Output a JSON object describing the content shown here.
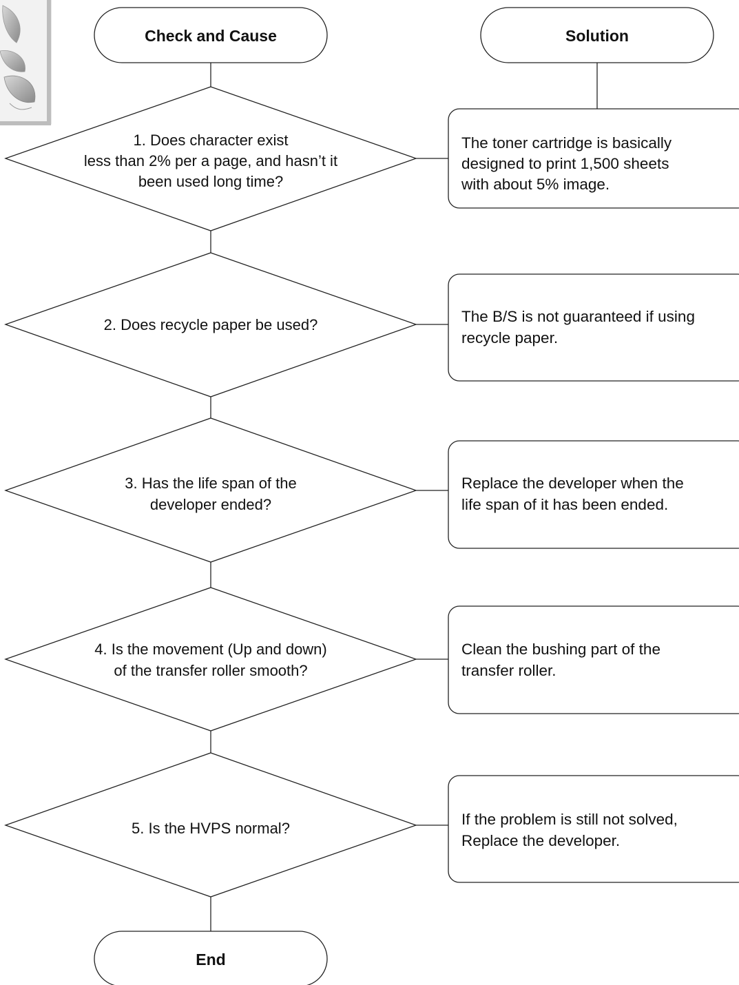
{
  "header": {
    "left_title": "Check and Cause",
    "right_title": "Solution"
  },
  "steps": [
    {
      "question": [
        "1. Does character exist",
        "less than 2% per a page, and hasn’t it",
        "been used long time?"
      ],
      "solution": [
        "The toner cartridge is basically",
        "designed to print 1,500 sheets",
        "with about 5% image."
      ]
    },
    {
      "question": [
        "2. Does recycle paper be used?"
      ],
      "solution": [
        "The B/S is not guaranteed if using",
        "recycle paper."
      ]
    },
    {
      "question": [
        "3. Has the life span of the",
        "developer ended?"
      ],
      "solution": [
        "Replace the developer when the",
        "life span of it has been ended."
      ]
    },
    {
      "question": [
        "4. Is the movement (Up and down)",
        "of the transfer roller smooth?"
      ],
      "solution": [
        "Clean the bushing part of the",
        "transfer roller."
      ]
    },
    {
      "question": [
        "5. Is the HVPS normal?"
      ],
      "solution": [
        "If the problem is still not solved,",
        "Replace the developer."
      ]
    }
  ],
  "end_label": "End",
  "colors": {
    "stroke": "#222222",
    "text": "#111111",
    "fill": "#ffffff"
  },
  "decoration": {
    "corner_image": "leaf-illustration"
  }
}
